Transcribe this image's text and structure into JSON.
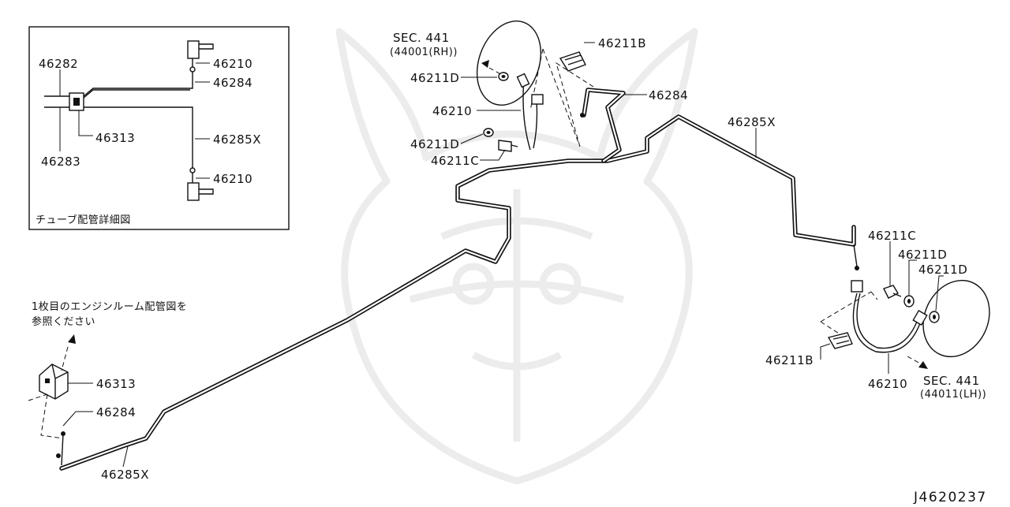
{
  "diagram_id": "J4620237",
  "inset": {
    "caption": "チューブ配管詳細図",
    "labels": {
      "p46282": "46282",
      "p46283": "46283",
      "p46313": "46313",
      "p46210_top": "46210",
      "p46284": "46284",
      "p46285x": "46285X",
      "p46210_bottom": "46210"
    }
  },
  "main": {
    "labels": {
      "sec441_rh_line1": "SEC. 441",
      "sec441_rh_line2": "(44001(RH))",
      "p46211b_rh": "46211B",
      "p46211d_rh_a": "46211D",
      "p46284_rh": "46284",
      "p46210_rh": "46210",
      "p46211d_rh_b": "46211D",
      "p46211c_rh": "46211C",
      "p46285x_mid": "46285X",
      "p46211c_lh": "46211C",
      "p46211d_lh_a": "46211D",
      "p46211d_lh_b": "46211D",
      "p46211b_lh": "46211B",
      "p46210_lh": "46210",
      "sec441_lh_line1": "SEC. 441",
      "sec441_lh_line2": "(44011(LH))",
      "note_line1": "1枚目のエンジンルーム配管図を",
      "note_line2": "参照ください",
      "p46313": "46313",
      "p46284_front": "46284",
      "p46285x_front": "46285X"
    }
  }
}
